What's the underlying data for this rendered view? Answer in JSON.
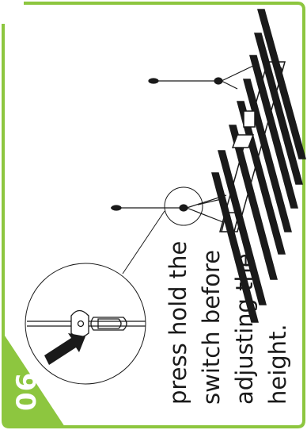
{
  "step": {
    "number": "06"
  },
  "instruction": {
    "lines": [
      "press hold the",
      "switch before",
      "adjusting the",
      "height."
    ]
  },
  "colors": {
    "accent": "#8dc63f",
    "line": "#1a1a1a",
    "paper": "#ffffff"
  },
  "icons": {
    "pointer": "arrow-icon",
    "hanger": "rope-ratchet-icon",
    "fixture": "led-grow-light-icon"
  }
}
